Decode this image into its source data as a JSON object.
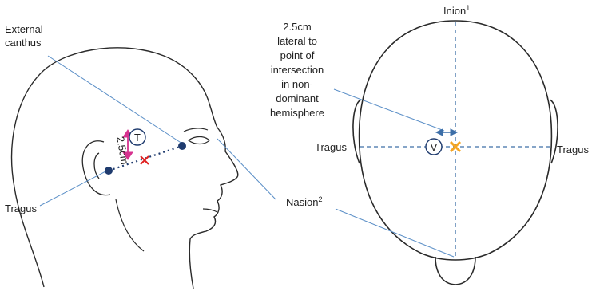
{
  "labels": {
    "external_canthus_line1": "External",
    "external_canthus_line2": "canthus",
    "tragus_left": "Tragus",
    "distance_rotated": "2.5cm",
    "marker_t": "T",
    "inion": "Inion",
    "inion_sup": "1",
    "lateral_note_lines": [
      "2.5cm",
      "lateral to",
      "point of",
      "intersection",
      "in non-",
      "dominant",
      "hemisphere"
    ],
    "tragus_right_left_side": "Tragus",
    "tragus_right_right_side": "Tragus",
    "marker_v": "V",
    "nasion": "Nasion",
    "nasion_sup": "2"
  },
  "colors": {
    "outline": "#2a2a2a",
    "leader_line": "#5b8fc7",
    "dotted_line": "#1f3b6e",
    "point": "#1f3b6e",
    "magenta_arrow": "#d6328f",
    "red_cross": "#e02020",
    "orange_cross": "#f5a623",
    "dashed_axis": "#3d6fa8",
    "circle_marker": "#1f3b6e"
  }
}
